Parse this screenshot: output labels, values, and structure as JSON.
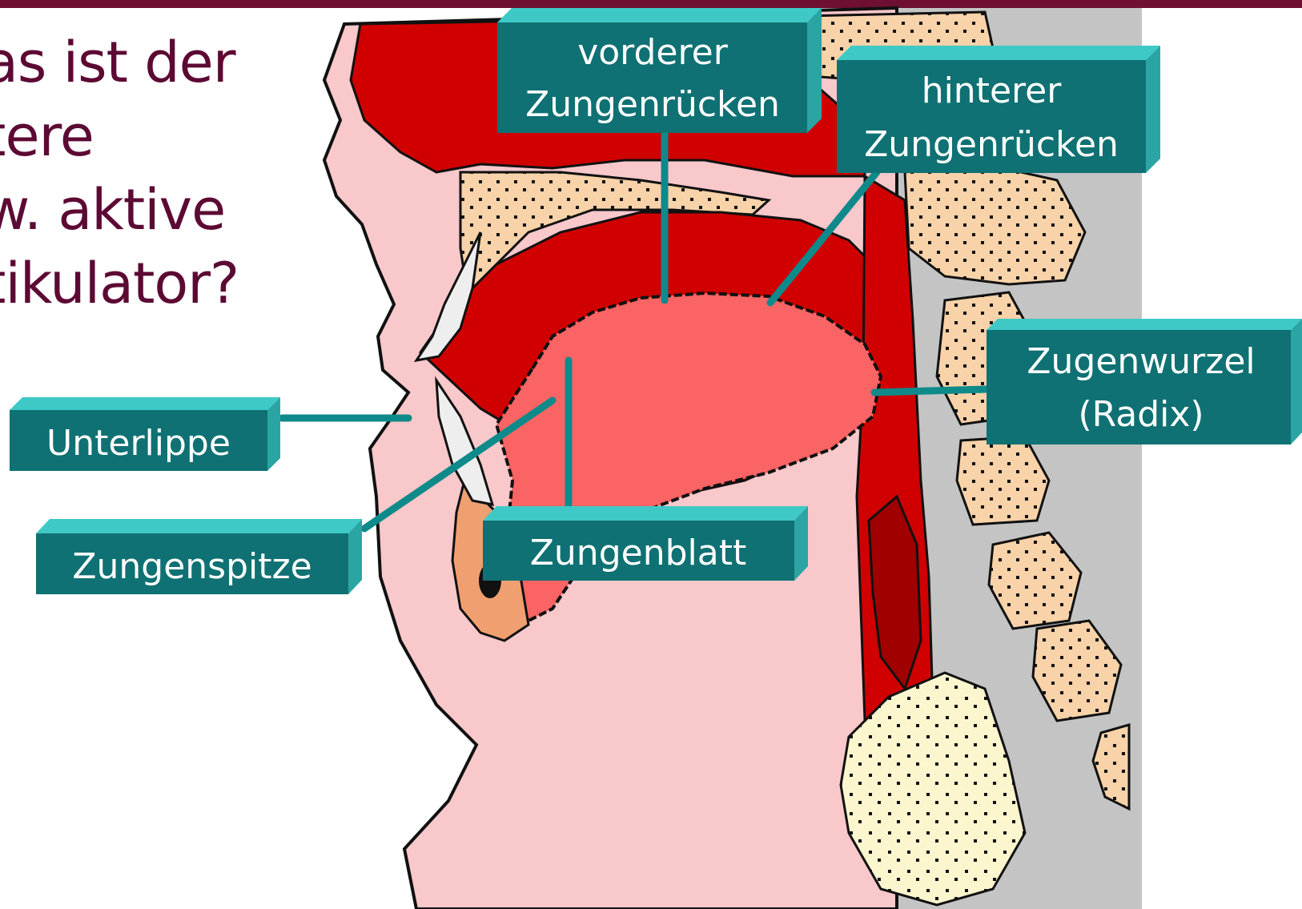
{
  "question": {
    "lines": [
      "as ist der",
      "tere",
      "w. aktive",
      "tikulator?"
    ]
  },
  "labels": {
    "vorderer_zungenruecken": [
      "vorderer",
      "Zungenrücken"
    ],
    "hinterer_zungenruecken": [
      "hinterer",
      "Zungenrücken"
    ],
    "zungenwurzel": [
      "Zugenwurzel",
      "(Radix)"
    ],
    "unterlippe": [
      "Unterlippe"
    ],
    "zungenspitze": [
      "Zungenspitze"
    ],
    "zungenblatt": [
      "Zungenblatt"
    ]
  },
  "colors": {
    "accent_rule": "#6e0f33",
    "question_text": "#5c0a33",
    "label_box": "#0f7173",
    "label_box_highlight": "#3fc9c6",
    "leader_line": "#0f8a8a",
    "skin": "#f8c8cb",
    "muscle": "#d00000",
    "tongue": "#fb6464",
    "bone": "#f8d2a8",
    "spine_background": "#c4c4c4"
  }
}
